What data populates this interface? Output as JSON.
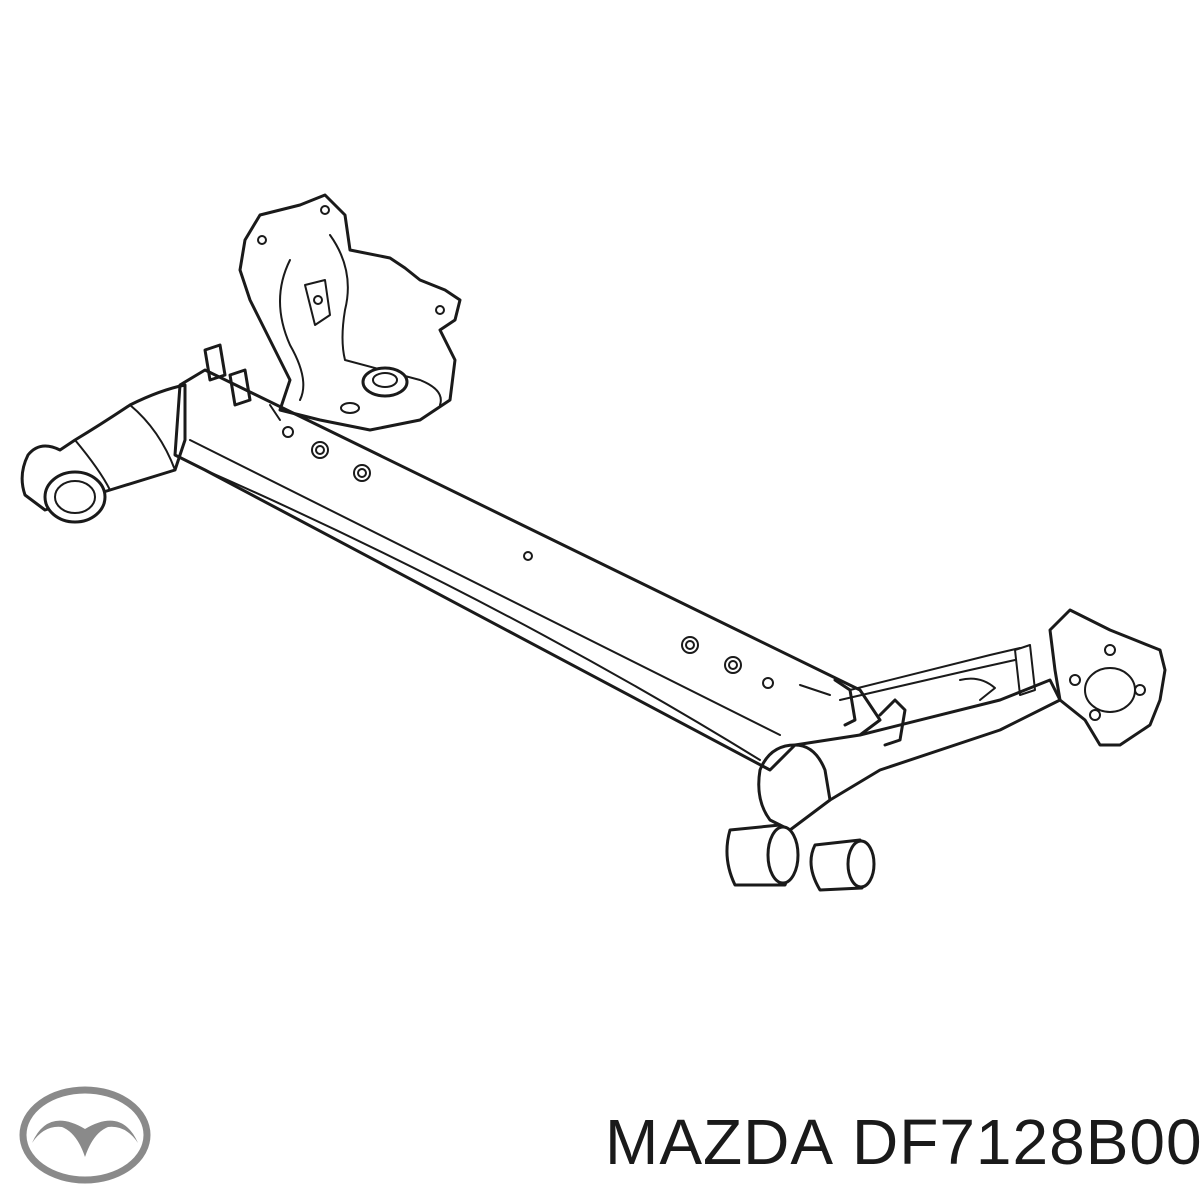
{
  "brand": {
    "name": "MAZDA",
    "logo_icon": "mazda-wing-logo"
  },
  "part": {
    "number": "DF7128B00"
  },
  "diagram": {
    "subject_icon": "rear-torsion-beam-axle-drawing"
  },
  "colors": {
    "line": "#1a1a1a",
    "background": "#ffffff",
    "logo_gray": "#8a8a8a"
  }
}
